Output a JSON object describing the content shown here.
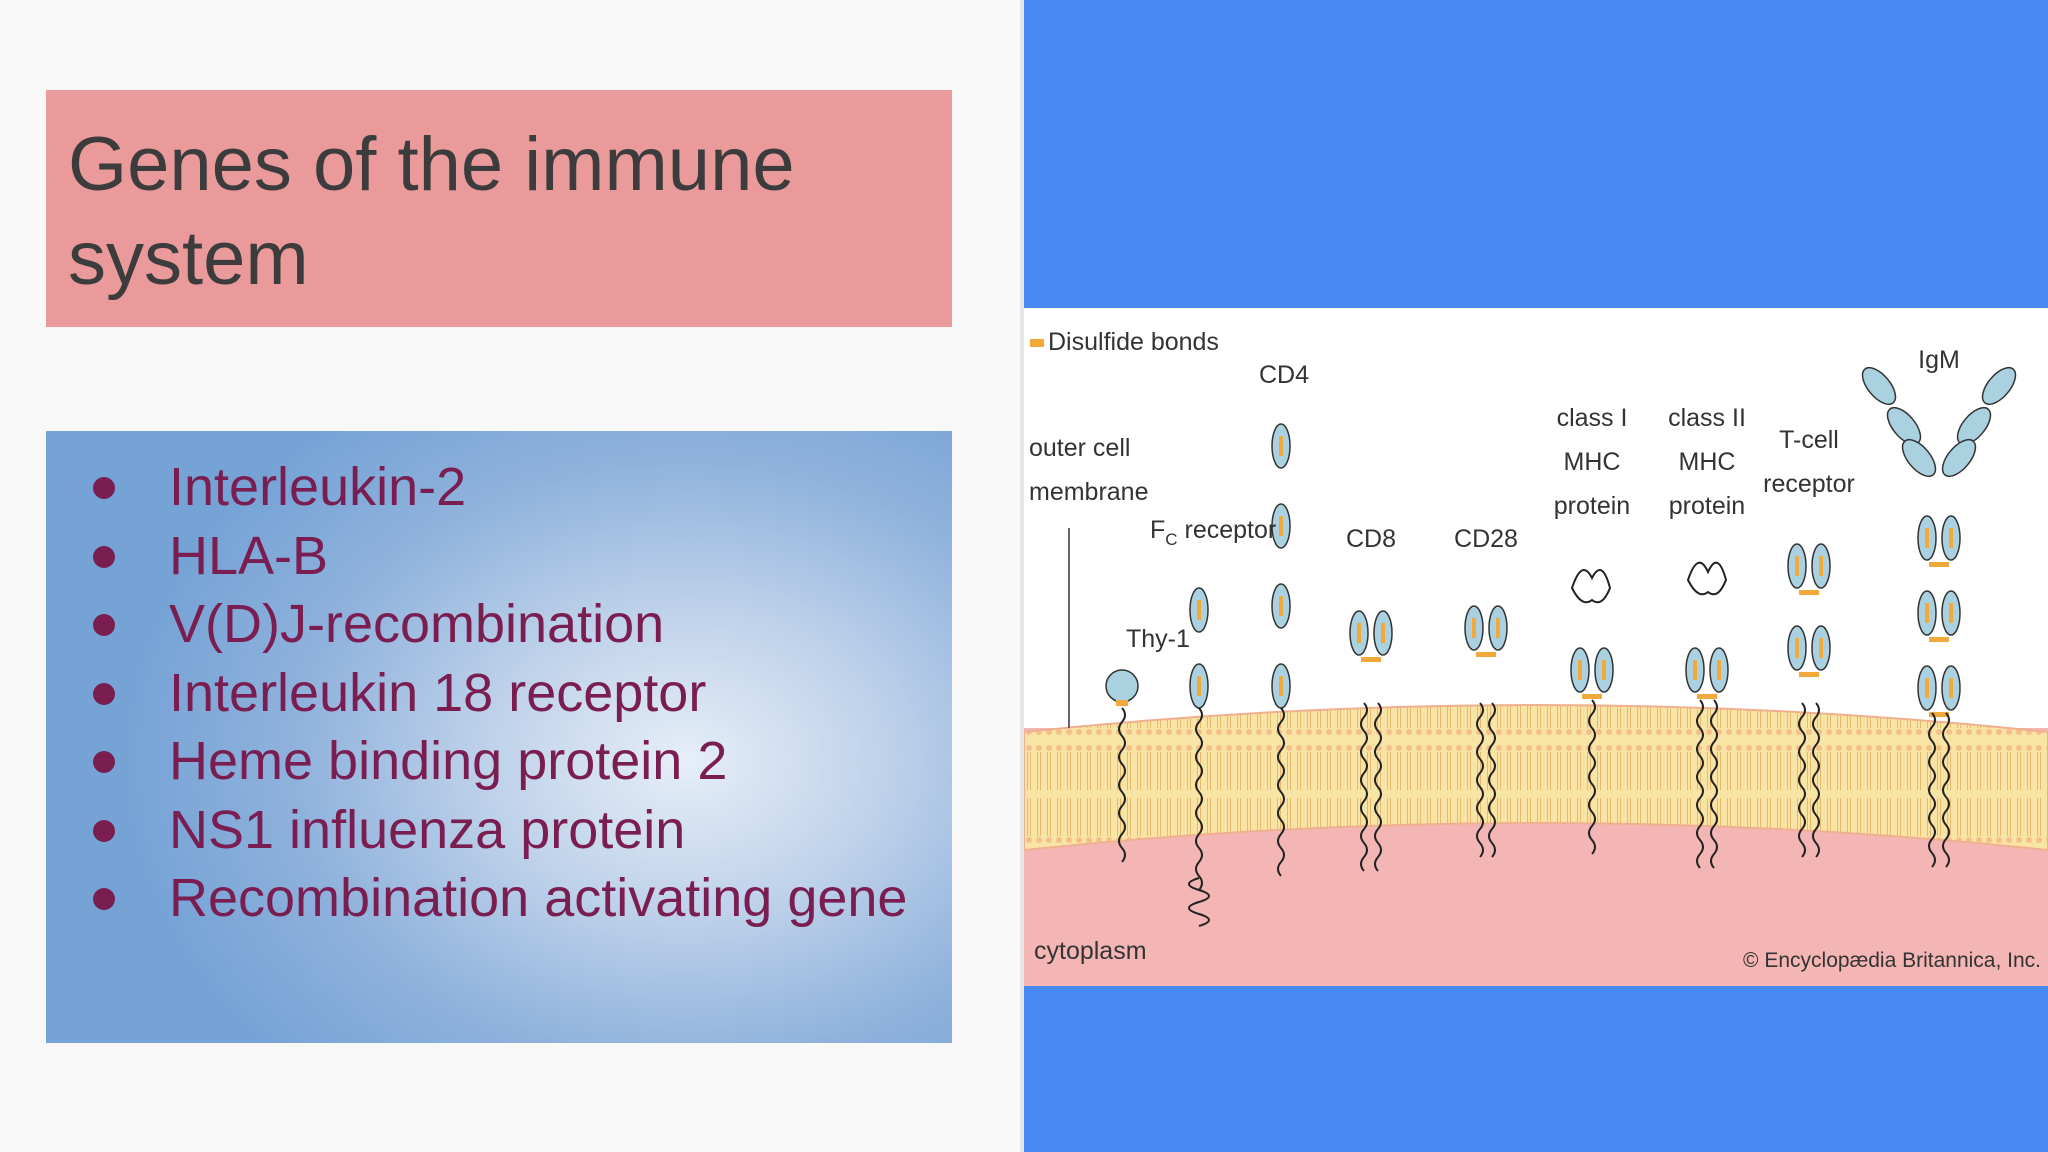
{
  "slide": {
    "title": "Genes of the immune system",
    "bullets": [
      "Interleukin-2",
      "HLA-B",
      "V(D)J-recombination",
      "Interleukin 18 receptor",
      "Heme binding protein 2",
      "NS1 influenza protein",
      "Recombination activating gene"
    ]
  },
  "figure": {
    "legend": "Disulfide bonds",
    "outer_cell_membrane": [
      "outer cell",
      "membrane"
    ],
    "cytoplasm": "cytoplasm",
    "credit": "© Encyclopædia Britannica, Inc.",
    "proteins": {
      "thy1": "Thy-1",
      "fc_main": "F",
      "fc_sub": "C",
      "fc_rest": " receptor",
      "cd4": "CD4",
      "cd8": "CD8",
      "cd28": "CD28",
      "mhc1": [
        "class I",
        "MHC",
        "protein"
      ],
      "mhc2": [
        "class II",
        "MHC",
        "protein"
      ],
      "tcell": [
        "T-cell",
        "receptor"
      ],
      "igm": "IgM"
    }
  },
  "colors": {
    "title_bg": "#ea9a9a",
    "accent_text": "#7a1e52",
    "right_bg": "#4788f1",
    "domain_fill": "#a9d1e0",
    "disulfide": "#f2a93b",
    "membrane": "#f8e4a4",
    "cytoplasm": "#f4b6b4"
  }
}
